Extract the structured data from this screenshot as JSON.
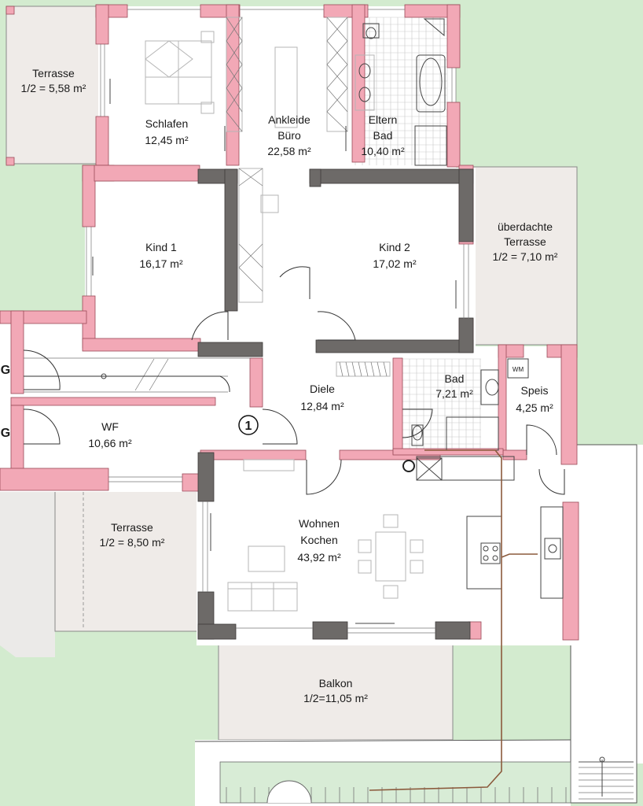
{
  "colors": {
    "wall_exterior": "#f2a8b6",
    "wall_interior": "#6d6a68",
    "garden": "#d3ebcf",
    "terrace_paving": "#efebe8",
    "floor": "#ffffff",
    "bath_tiles": "#dcdcdc",
    "pipe_line": "#8b5a3c"
  },
  "rooms": [
    {
      "id": "terrasse-nw",
      "name": "Terrasse",
      "area": "1/2 = 5,58 m²"
    },
    {
      "id": "schlafen",
      "name": "Schlafen",
      "area": "12,45 m²"
    },
    {
      "id": "ankleide-buero",
      "name_line1": "Ankleide",
      "name_line2": "Büro",
      "area": "22,58 m²"
    },
    {
      "id": "eltern-bad",
      "name_line1": "Eltern",
      "name_line2": "Bad",
      "area": "10,40 m²"
    },
    {
      "id": "kind-1",
      "name": "Kind 1",
      "area": "16,17 m²"
    },
    {
      "id": "kind-2",
      "name": "Kind 2",
      "area": "17,02 m²"
    },
    {
      "id": "ueberdachte-terrasse",
      "name_line1": "überdachte",
      "name_line2": "Terrasse",
      "area": "1/2 = 7,10 m²"
    },
    {
      "id": "diele",
      "name": "Diele",
      "area": "12,84 m²"
    },
    {
      "id": "bad",
      "name": "Bad",
      "area": "7,21 m²"
    },
    {
      "id": "speis",
      "name": "Speis",
      "area": "4,25 m²"
    },
    {
      "id": "wf",
      "name": "WF",
      "area": "10,66 m²"
    },
    {
      "id": "terrasse-sw",
      "name": "Terrasse",
      "area": "1/2 = 8,50 m²"
    },
    {
      "id": "wohnen-kochen",
      "name_line1": "Wohnen",
      "name_line2": "Kochen",
      "area": "43,92 m²"
    },
    {
      "id": "balkon",
      "name": "Balkon",
      "area": "1/2=11,05 m²"
    }
  ],
  "labels": {
    "garage_top": "G",
    "garage_bottom": "G",
    "entrance_marker": "1",
    "washing_machine": "WM"
  }
}
